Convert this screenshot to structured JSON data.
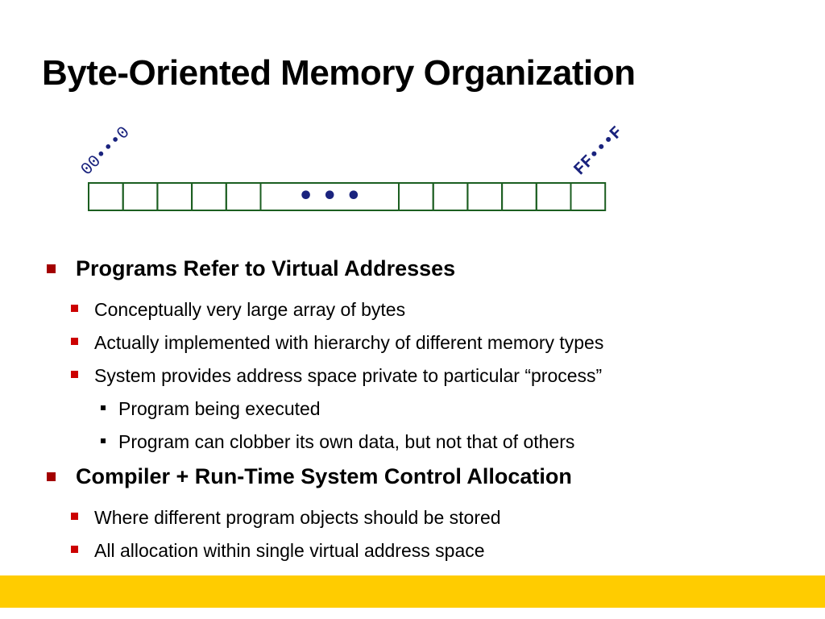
{
  "slide": {
    "title": "Byte-Oriented Memory Organization",
    "accent_color": "#a30000",
    "footer_color": "#ffcc00"
  },
  "diagram": {
    "start_address": "00•••0",
    "end_address": "FF•••F",
    "ellipsis": "• • •",
    "cell_color": "#1b5e20",
    "label_color": "#1a237e"
  },
  "bullets": [
    {
      "level": 1,
      "text": "Programs Refer to Virtual Addresses"
    },
    {
      "level": 2,
      "text": "Conceptually very large array of bytes"
    },
    {
      "level": 2,
      "text": "Actually implemented with hierarchy of different memory types"
    },
    {
      "level": 2,
      "text": "System provides address space private to particular “process”"
    },
    {
      "level": 3,
      "text": "Program being executed"
    },
    {
      "level": 3,
      "text": "Program can clobber its own data, but not that of others"
    },
    {
      "level": 1,
      "text": "Compiler + Run-Time System Control Allocation"
    },
    {
      "level": 2,
      "text": "Where different program objects should be stored"
    },
    {
      "level": 2,
      "text": "All allocation within single virtual address space"
    }
  ]
}
